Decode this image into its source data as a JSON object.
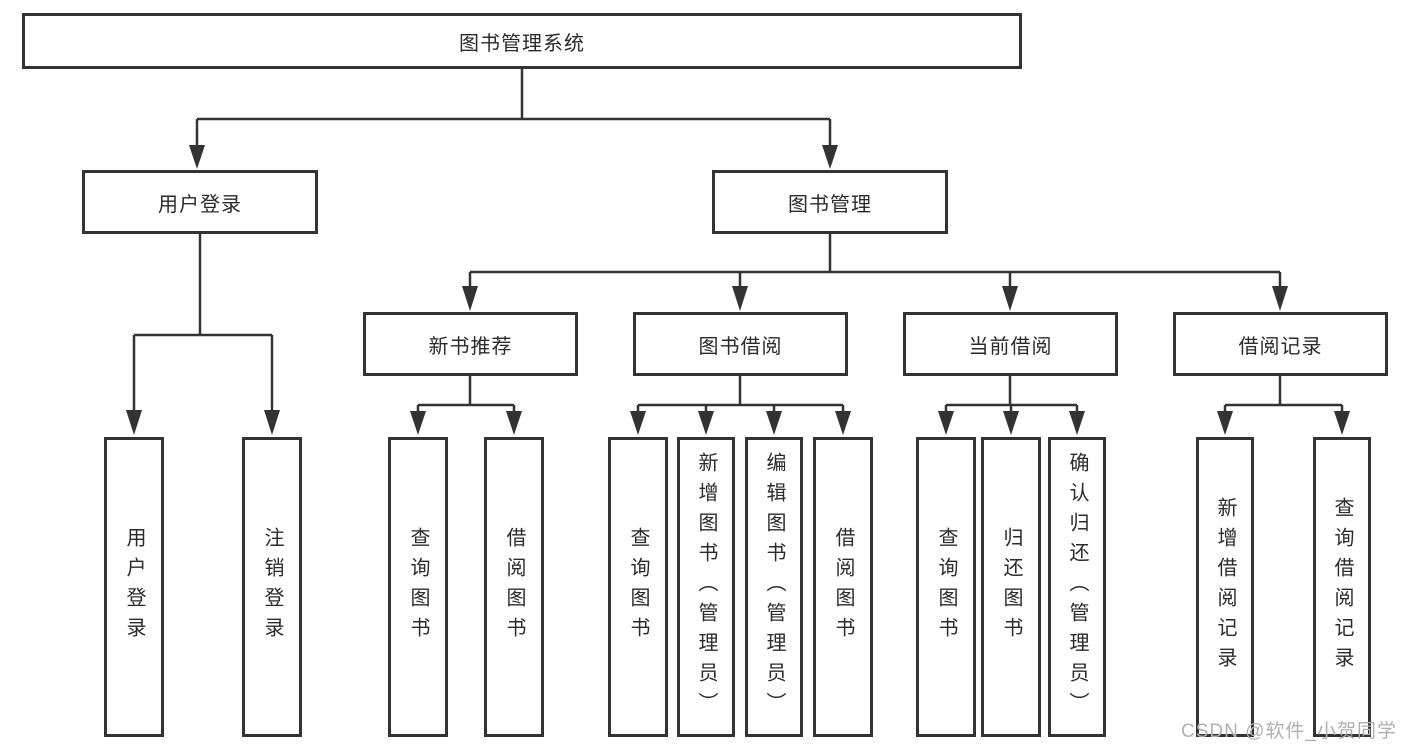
{
  "tree": {
    "label": "图书管理系统",
    "children": [
      {
        "label": "用户登录",
        "children": [
          {
            "label": "用户登录"
          },
          {
            "label": "注销登录"
          }
        ]
      },
      {
        "label": "图书管理",
        "children": [
          {
            "label": "新书推荐",
            "children": [
              {
                "label": "查询图书"
              },
              {
                "label": "借阅图书"
              }
            ]
          },
          {
            "label": "图书借阅",
            "children": [
              {
                "label": "查询图书"
              },
              {
                "label": "新增图书（管理员）"
              },
              {
                "label": "编辑图书（管理员）"
              },
              {
                "label": "借阅图书"
              }
            ]
          },
          {
            "label": "当前借阅",
            "children": [
              {
                "label": "查询图书"
              },
              {
                "label": "归还图书"
              },
              {
                "label": "确认归还（管理员）"
              }
            ]
          },
          {
            "label": "借阅记录",
            "children": [
              {
                "label": "新增借阅记录"
              },
              {
                "label": "查询借阅记录"
              }
            ]
          }
        ]
      }
    ]
  },
  "watermark": {
    "text": "CSDN @软件_小贺同学"
  },
  "colors": {
    "line": "#333333",
    "box_border": "#333333",
    "text": "#2b2b2b",
    "watermark_text": "#b0b0b0",
    "background": "#ffffff"
  }
}
